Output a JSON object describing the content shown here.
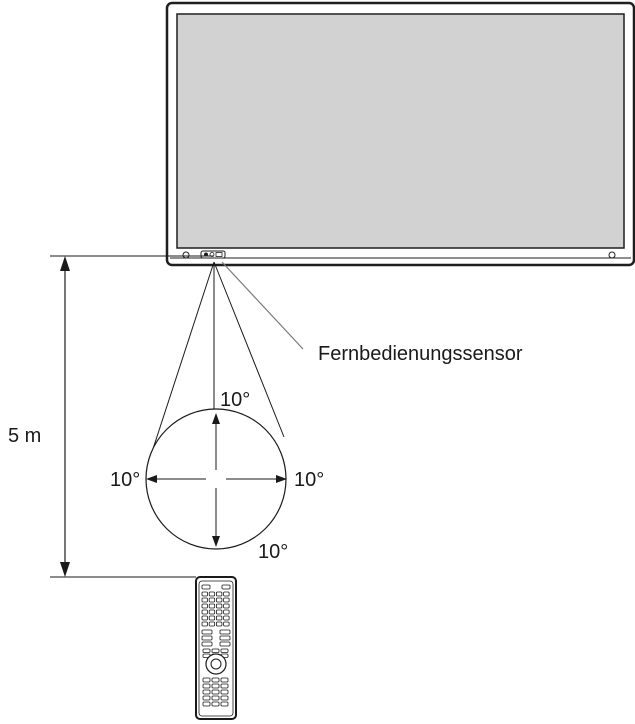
{
  "labels": {
    "distance": "5 m",
    "sensor": "Fernbedienungssensor",
    "angle_top": "10°",
    "angle_left": "10°",
    "angle_right": "10°",
    "angle_bottom": "10°"
  },
  "colors": {
    "line": "#1a1a1a",
    "bezel": "#1f1f1f",
    "screen": "#d2d2d2",
    "leader": "#7a7a7a",
    "remote": "#ffffff"
  }
}
